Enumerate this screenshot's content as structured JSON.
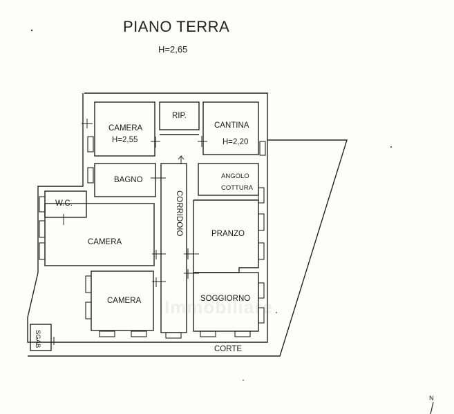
{
  "header": {
    "title": "PIANO TERRA",
    "height_note": "H=2,65"
  },
  "rooms": {
    "camera_top": "CAMERA",
    "camera_top_height": "H=2,55",
    "rip": "RIP.",
    "cantina": "CANTINA",
    "cantina_height": "H=2,20",
    "bagno": "BAGNO",
    "angolo": "ANGOLO",
    "cottura": "COTTURA",
    "wc": "W.C.",
    "corridoio": "CORRIDOIO",
    "camera_mid": "CAMERA",
    "pranzo": "PRANZO",
    "camera_low": "CAMERA",
    "soggiorno": "SOGGIORNO",
    "sgab": "SGAB",
    "corte": "CORTE"
  },
  "compass": {
    "label": "N"
  },
  "watermark": "Immobiliare"
}
